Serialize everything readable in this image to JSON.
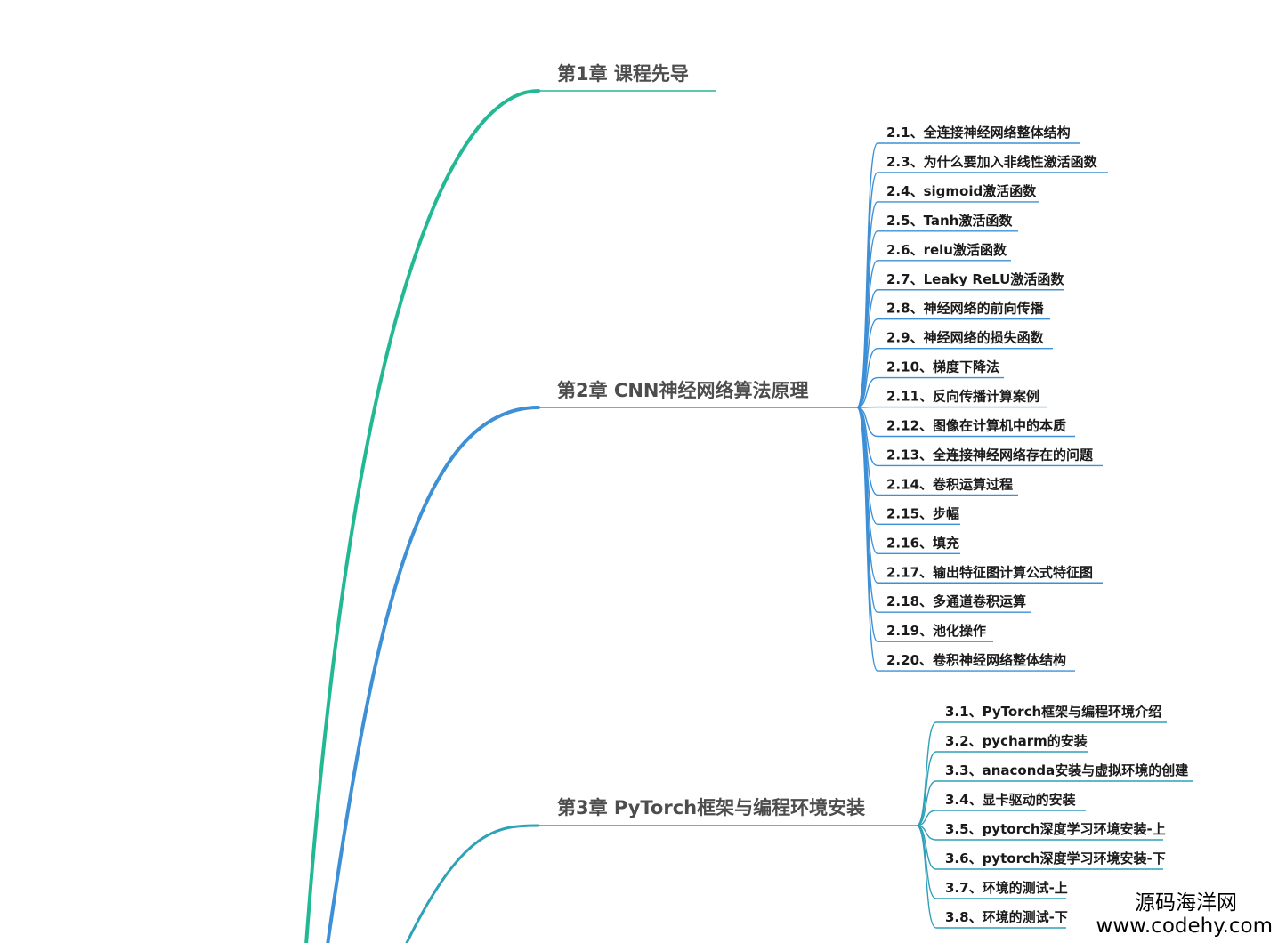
{
  "colors": {
    "chapter1": "#22b893",
    "chapter2": "#3d8fd6",
    "chapter3": "#2fa1b8",
    "chapter_text": "#4d4d4d",
    "section_text": "#1a1a1a",
    "background": "#ffffff"
  },
  "chapters": [
    {
      "title": "第1章 课程先导",
      "sections": []
    },
    {
      "title": "第2章 CNN神经网络算法原理",
      "sections": [
        "2.1、全连接神经网络整体结构",
        "2.3、为什么要加入非线性激活函数",
        "2.4、sigmoid激活函数",
        "2.5、Tanh激活函数",
        "2.6、relu激活函数",
        "2.7、Leaky ReLU激活函数",
        "2.8、神经网络的前向传播",
        "2.9、神经网络的损失函数",
        "2.10、梯度下降法",
        "2.11、反向传播计算案例",
        "2.12、图像在计算机中的本质",
        "2.13、全连接神经网络存在的问题",
        "2.14、卷积运算过程",
        "2.15、步幅",
        "2.16、填充",
        "2.17、输出特征图计算公式特征图",
        "2.18、多通道卷积运算",
        "2.19、池化操作",
        "2.20、卷积神经网络整体结构"
      ]
    },
    {
      "title": "第3章 PyTorch框架与编程环境安装",
      "sections": [
        "3.1、PyTorch框架与编程环境介绍",
        "3.2、pycharm的安装",
        "3.3、anaconda安装与虚拟环境的创建",
        "3.4、显卡驱动的安装",
        "3.5、pytorch深度学习环境安装-上",
        "3.6、pytorch深度学习环境安装-下",
        "3.7、环境的测试-上",
        "3.8、环境的测试-下"
      ]
    }
  ],
  "watermark": {
    "name": "源码海洋网",
    "url": "www.codehy.com"
  }
}
